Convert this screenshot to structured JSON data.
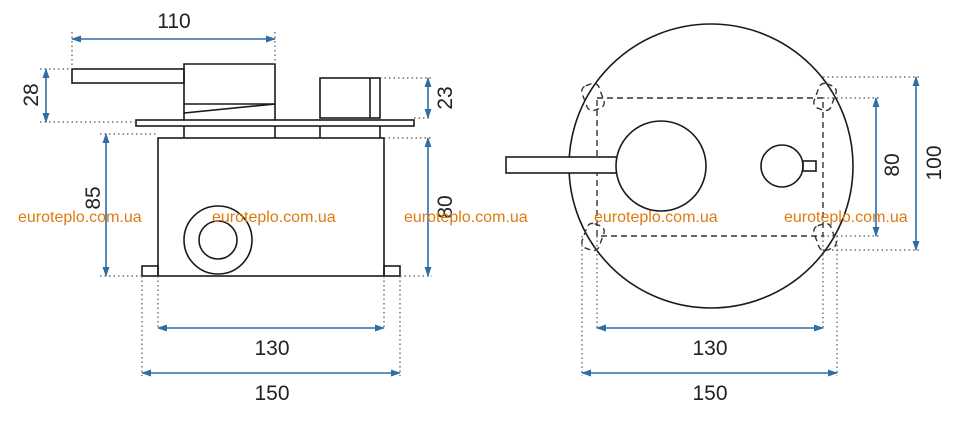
{
  "side_view": {
    "dim_top_width": "110",
    "dim_lever_height": "28",
    "dim_button_height": "23",
    "dim_body_height": "85",
    "dim_right_height": "80",
    "dim_base_inner": "130",
    "dim_base_outer": "150"
  },
  "front_view": {
    "dim_inner_height": "80",
    "dim_outer_height": "100",
    "dim_inner_width": "130",
    "dim_outer_width": "150"
  },
  "watermarks": [
    "euroteplo.com.ua",
    "euroteplo.com.ua",
    "euroteplo.com.ua",
    "euroteplo.com.ua",
    "euroteplo.com.ua"
  ],
  "colors": {
    "dimension_arrow": "#2f6ea5",
    "watermark": "#e07a10",
    "outline": "#1a1a1a"
  }
}
